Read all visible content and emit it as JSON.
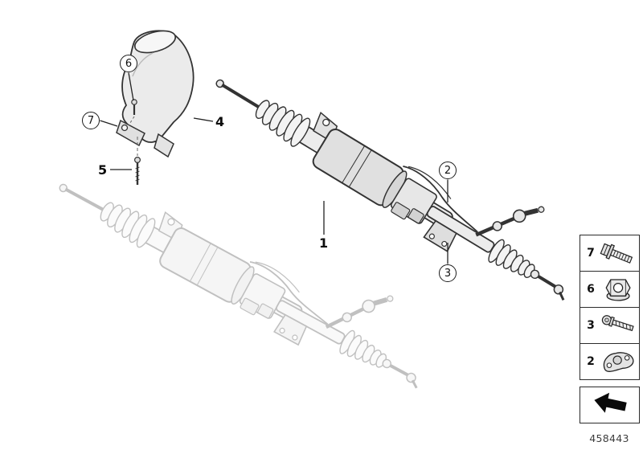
{
  "diagram": {
    "part_number": "458443",
    "callouts": [
      {
        "id": "6",
        "style": "circled"
      },
      {
        "id": "7",
        "style": "circled"
      },
      {
        "id": "2",
        "style": "circled"
      },
      {
        "id": "3",
        "style": "circled"
      }
    ],
    "labels": [
      {
        "id": "4"
      },
      {
        "id": "5"
      },
      {
        "id": "1"
      }
    ],
    "legend": {
      "items": [
        {
          "number": "7",
          "icon": "flange-bolt-icon"
        },
        {
          "number": "6",
          "icon": "flange-nut-icon"
        },
        {
          "number": "3",
          "icon": "screw-icon"
        },
        {
          "number": "2",
          "icon": "rubber-mount-icon"
        },
        {
          "number": "",
          "icon": "direction-arrow-icon"
        }
      ]
    },
    "colors": {
      "line": "#333333",
      "background": "#ffffff"
    }
  }
}
